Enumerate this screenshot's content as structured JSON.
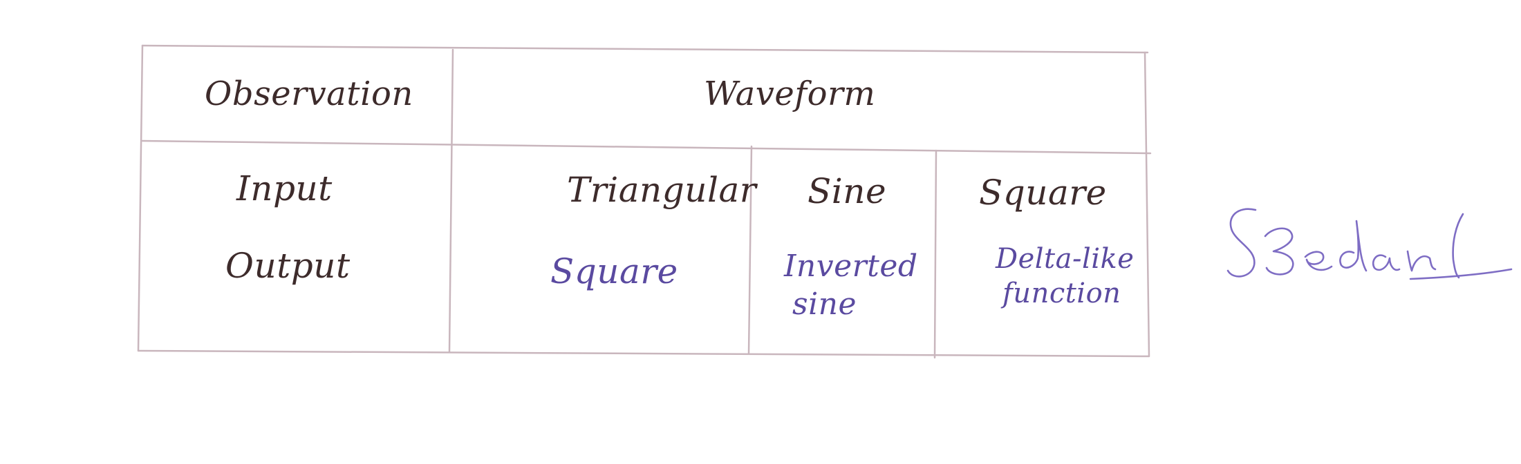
{
  "table": {
    "header": {
      "observation": "Observation",
      "waveform": "Waveform"
    },
    "row_labels": {
      "input": "Input",
      "output": "Output"
    },
    "columns": [
      {
        "input": "Triangular",
        "output": "Square"
      },
      {
        "input": "Sine",
        "output_line1": "Inverted",
        "output_line2": "sine"
      },
      {
        "input": "Square",
        "output_line1": "Delta-like",
        "output_line2": "function"
      }
    ]
  },
  "signature": {
    "text": "S.Bedanl"
  },
  "colors": {
    "paper": "#ffffff",
    "rule": "#c9b6bd",
    "ink_dark": "#3d2b2b",
    "ink_blue": "#5a4aa0"
  }
}
